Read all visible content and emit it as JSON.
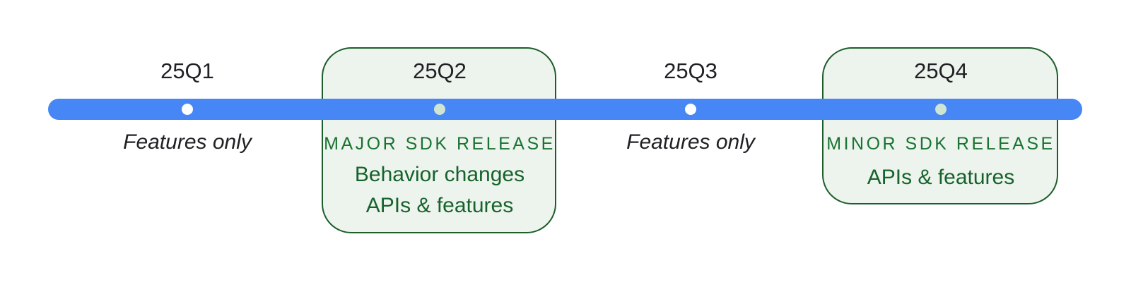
{
  "colors": {
    "bar": "#4786f5",
    "dot_plain": "#ffffff",
    "dot_boxed": "#d0e5d1",
    "box_fill": "#edf3ed",
    "box_border": "#1b5e2b",
    "heading_green": "#1a7332",
    "body_green": "#16632c",
    "label_text": "#202124"
  },
  "quarters": [
    {
      "label": "25Q1",
      "note": "Features only"
    },
    {
      "label": "25Q2",
      "heading": "MAJOR SDK RELEASE",
      "lines": [
        "Behavior changes",
        "APIs & features"
      ]
    },
    {
      "label": "25Q3",
      "note": "Features only"
    },
    {
      "label": "25Q4",
      "heading": "MINOR SDK RELEASE",
      "lines": [
        "APIs & features"
      ]
    }
  ]
}
